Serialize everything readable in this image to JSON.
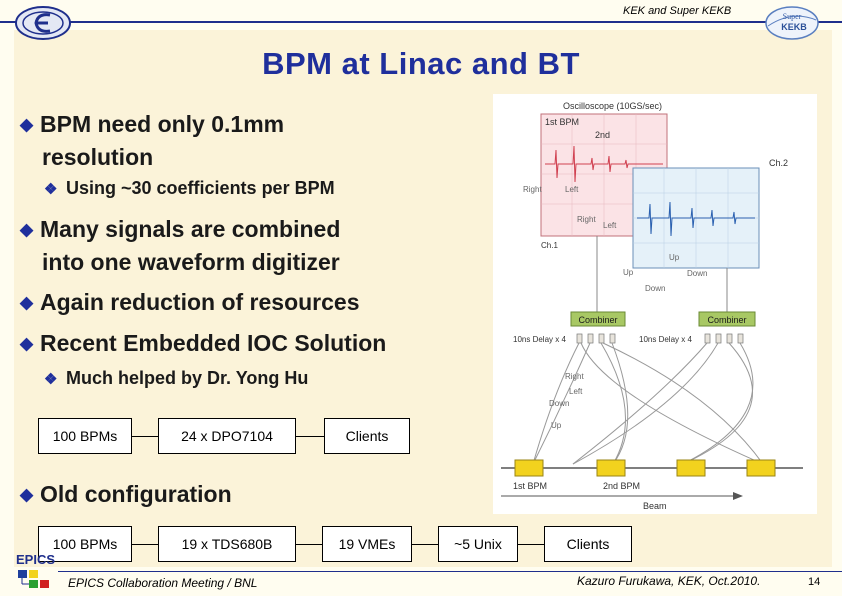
{
  "header": {
    "right_text": "KEK and Super KEKB"
  },
  "title": "BPM at Linac and BT",
  "bullets": [
    {
      "line1": "BPM need only 0.1mm",
      "line2": "resolution"
    },
    {
      "line1": "Many signals are combined",
      "line2": "into one waveform digitizer"
    },
    {
      "line1": "Again reduction of resources"
    },
    {
      "line1": "Recent Embedded IOC Solution"
    },
    {
      "line1": "Old configuration"
    }
  ],
  "subbullets": [
    "Using ~30 coefficients per BPM",
    "Much helped by Dr. Yong Hu"
  ],
  "new_flow": [
    "100 BPMs",
    "24 x DPO7104",
    "Clients"
  ],
  "old_flow": [
    "100 BPMs",
    "19 x TDS680B",
    "19 VMEs",
    "~5 Unix",
    "Clients"
  ],
  "figure": {
    "oscilloscope": "Oscilloscope  (10GS/sec)",
    "first_bpm": "1st BPM",
    "second": "2nd",
    "ch2": "Ch.2",
    "ch1": "Ch.1",
    "right1": "Right",
    "left1": "Left",
    "right2": "Right",
    "left2": "Left",
    "up1": "Up",
    "up2": "Up",
    "down1": "Down",
    "down2": "Down",
    "combiner": "Combiner",
    "delay": "10ns Delay x 4",
    "right3": "Right",
    "left3": "Left",
    "down3": "Down",
    "up3": "Up",
    "bpm1": "1st BPM",
    "bpm2": "2nd BPM",
    "beam": "Beam"
  },
  "footer": {
    "left": "EPICS Collaboration Meeting / BNL",
    "right": "Kazuro Furukawa, KEK, Oct.2010.",
    "page": "14",
    "epics": "EPICS"
  },
  "colors": {
    "title": "#1f2f9c",
    "panel": "#fbf3d9",
    "combiner": "#a8c864",
    "bpm_block": "#f2d21e"
  }
}
